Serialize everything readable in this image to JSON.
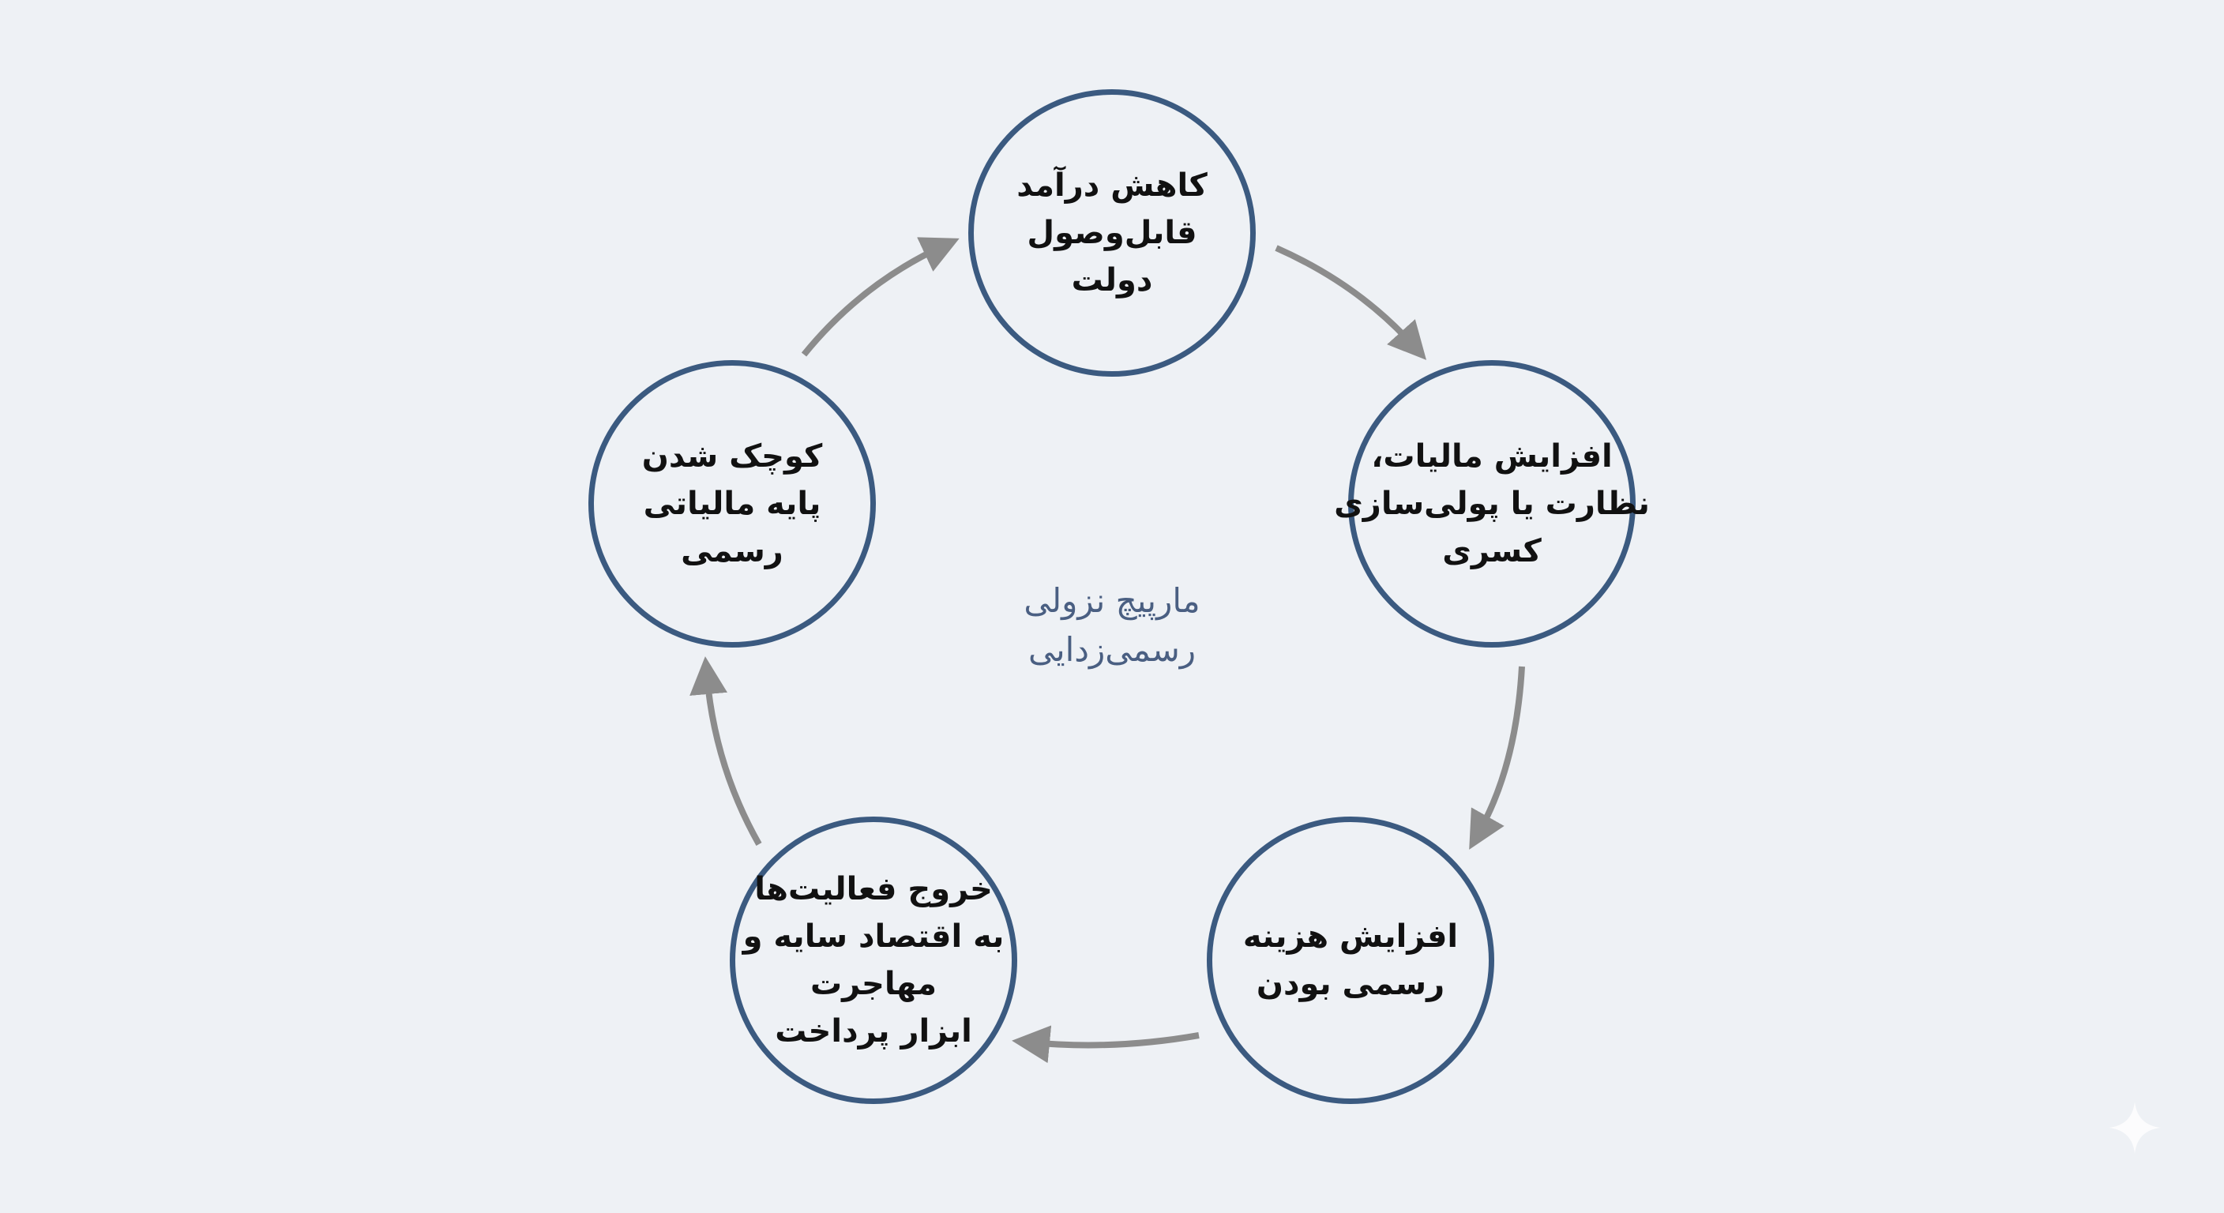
{
  "nodes": [
    {
      "lines": [
        "کاهش درآمد",
        "قابل‌وصول",
        "دولت"
      ]
    },
    {
      "lines": [
        "افزایش مالیات،",
        "نظارت یا پولی‌سازی",
        "کسری"
      ]
    },
    {
      "lines": [
        "افزایش هزینه",
        "رسمی بودن"
      ]
    },
    {
      "lines": [
        "خروج فعالیت‌ها",
        "به اقتصاد سایه و",
        "مهاجرت",
        "ابزار پرداخت"
      ]
    },
    {
      "lines": [
        "کوچک شدن",
        "پایه مالیاتی",
        "رسمی"
      ]
    }
  ],
  "center": {
    "lines": [
      "مارپیچ نزولی",
      "رسمی‌زدایی"
    ]
  },
  "colors": {
    "background": "#eef1f5",
    "circle_border": "#3b5a80",
    "arrow": "#8c8c8c",
    "center_text": "#4a5f82"
  }
}
